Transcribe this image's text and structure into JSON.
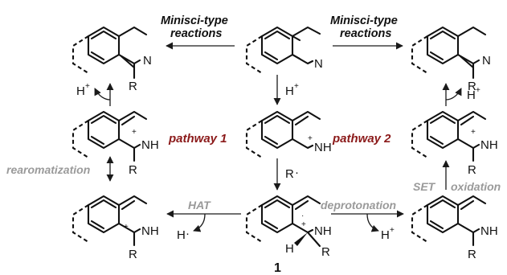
{
  "colors": {
    "accent_red": "#8b1a1a",
    "muted_grey": "#9a9a9a",
    "ink": "#111111"
  },
  "labels": {
    "minisci_left_line1": "Minisci-type",
    "minisci_left_line2": "reactions",
    "minisci_right_line1": "Minisci-type",
    "minisci_right_line2": "reactions",
    "pathway1": "pathway 1",
    "pathway2": "pathway 2",
    "rearomatization": "rearomatization",
    "set": "SET",
    "oxidation": "oxidation",
    "hat": "HAT",
    "deprotonation": "deprotonation",
    "compound_number": "1"
  },
  "atoms": {
    "N": "N",
    "NH": "NH",
    "R": "R",
    "H": "H",
    "plus": "+",
    "dot": "·"
  },
  "reagents": {
    "proton": "H",
    "proton_charge": "+",
    "radical_R": "R",
    "radical_dot": "·",
    "H_atom": "H",
    "H_atom_dot": "·"
  }
}
